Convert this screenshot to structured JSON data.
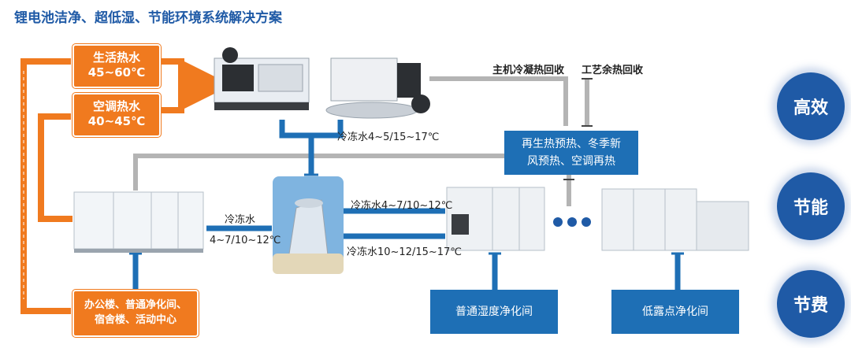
{
  "title": "锂电池洁净、超低湿、节能环境系统解决方案",
  "orange_boxes": {
    "domestic_hot_water": {
      "line1": "生活热水",
      "line2": "45~60℃"
    },
    "ac_hot_water": {
      "line1": "空调热水",
      "line2": "40~45℃"
    },
    "office": {
      "line1": "办公楼、普通净化间、",
      "line2": "宿舍楼、活动中心"
    }
  },
  "labels": {
    "condensing_heat_recovery": "主机冷凝热回收",
    "process_waste_heat_recovery": "工艺余热回收",
    "chilled_water_top": "冷冻水4~5/15~17℃",
    "chilled_water_left_line1": "冷冻水",
    "chilled_water_left_line2": "4~7/10~12℃",
    "chilled_water_right_upper": "冷冻水4~7/10~12℃",
    "chilled_water_right_lower": "冷冻水10~12/15~17℃"
  },
  "blue_boxes": {
    "regen": {
      "line1": "再生热预热、冬季新",
      "line2": "风预热、空调再热"
    },
    "normal_humidity": "普通湿度净化间",
    "low_dewpoint": "低露点净化间"
  },
  "circles": [
    "高效",
    "节能",
    "节费"
  ],
  "colors": {
    "orange": "#f07a1f",
    "blue": "#1f5aa6",
    "gray_pipe": "#b4b4b4"
  }
}
